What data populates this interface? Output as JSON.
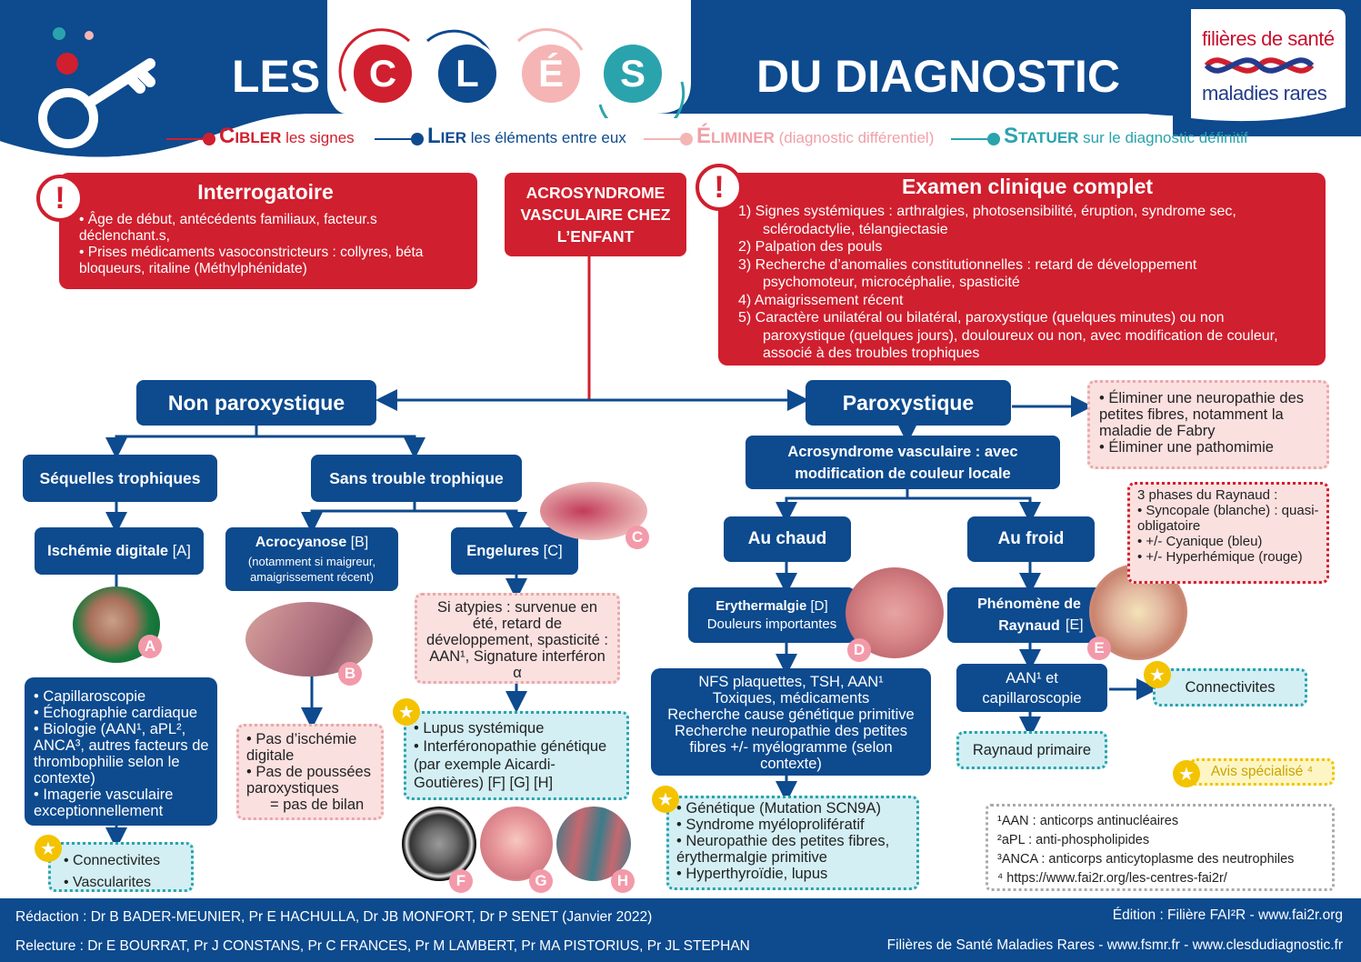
{
  "header": {
    "les": "LES",
    "letters": [
      "C",
      "L",
      "É",
      "S"
    ],
    "du_diagnostic": "DU DIAGNOSTIC",
    "logo_line1": "filières de santé",
    "logo_line2": "maladies rares",
    "steps": [
      {
        "initial": "C",
        "word": "IBLER",
        "rest": " les signes"
      },
      {
        "initial": "L",
        "word": "IER",
        "rest": " les éléments entre eux"
      },
      {
        "initial": "É",
        "word": "LIMINER",
        "rest": " (diagnostic différentiel)"
      },
      {
        "initial": "S",
        "word": "TATUER",
        "rest": " sur le diagnostic définitif"
      }
    ]
  },
  "interrogatoire": {
    "title": "Interrogatoire",
    "items": [
      "Âge de début, antécédents familiaux, facteur.s déclenchant.s,",
      "Prises médicaments vasoconstricteurs : collyres, béta bloqueurs, ritaline (Méthylphénidate)"
    ]
  },
  "center": {
    "title": "ACROSYNDROME VASCULAIRE CHEZ L’ENFANT"
  },
  "examen": {
    "title": "Examen clinique complet",
    "items": [
      "1) Signes systémiques : arthralgies, photosensibilité, éruption, syndrome sec,",
      "sclérodactylie, télangiectasie",
      "2) Palpation des pouls",
      "3) Recherche d’anomalies constitutionnelles : retard de développement",
      "psychomoteur, microcéphalie, spasticité",
      "4) Amaigrissement récent",
      "5) Caractère unilatéral ou bilatéral, paroxystique (quelques minutes) ou non",
      "paroxystique (quelques jours), douloureux ou non, avec modification de couleur,",
      "associé à des troubles trophiques"
    ]
  },
  "non_parox": {
    "title": "Non paroxystique",
    "sequelles": "Séquelles trophiques",
    "sans_trouble": "Sans trouble trophique",
    "ischemie": "Ischémie digitale",
    "ischemie_ref": "[A]",
    "acrocyanose": "Acrocyanose",
    "acrocyanose_ref": "[B]",
    "acrocyanose_note": "(notamment si maigreur, amaigrissement récent)",
    "engelures": "Engelures",
    "engelures_ref": "[C]",
    "ischemie_exams": [
      "Capillaroscopie",
      "Échographie cardiaque",
      "Biologie (AAN¹, aPL², ANCA³, autres facteurs de thrombophilie selon le contexte)",
      "Imagerie vasculaire exceptionnellement"
    ],
    "ischemie_results": [
      "Connectivites",
      "Vascularites"
    ],
    "acro_result": [
      "Pas d’ischémie digitale",
      "Pas de poussées paroxystiques"
    ],
    "acro_result_tail": "= pas de bilan",
    "engelures_atypies": "Si atypies : survenue en été, retard de développement, spasticité : AAN¹, Signature interféron α",
    "engelures_results": [
      "Lupus systémique",
      "Interféronopathie génétique (par exemple Aicardi-Goutières) [F] [G] [H]"
    ]
  },
  "parox": {
    "title": "Paroxystique",
    "eliminer": [
      "Éliminer une neuropathie des petites fibres, notamment la maladie de Fabry",
      "Éliminer une pathomimie"
    ],
    "acrosyndrome": "Acrosyndrome vasculaire : avec modification de couleur locale",
    "chaud": "Au chaud",
    "froid": "Au froid",
    "erythermalgie": "Erythermalgie",
    "erythermalgie_ref": "[D]",
    "erythermalgie_sub": "Douleurs importantes",
    "raynaud": "Phénomène de Raynaud",
    "raynaud_ref": "[E]",
    "raynaud_phases_title": "3 phases du Raynaud :",
    "raynaud_phases": [
      "Syncopale (blanche) : quasi-obligatoire",
      "+/- Cyanique (bleu)",
      "+/- Hyperhémique (rouge)"
    ],
    "chaud_exams": [
      "NFS plaquettes, TSH, AAN¹",
      "Toxiques, médicaments",
      "Recherche cause génétique primitive",
      "Recherche neuropathie des petites fibres +/- myélogramme (selon contexte)"
    ],
    "chaud_results": [
      "Génétique (Mutation SCN9A)",
      "Syndrome myéloprolifératif",
      "Neuropathie des petites fibres, érythermalgie primitive",
      "Hyperthyroïdie, lupus"
    ],
    "froid_exam": "AAN¹ et capillaroscopie",
    "froid_result1": "Connectivites",
    "froid_result2": "Raynaud primaire"
  },
  "avis": "Avis spécialisé ⁴",
  "notes": [
    "¹AAN : anticorps antinucléaires",
    "²aPL : anti-phospholipides",
    "³ANCA : anticorps anticytoplasme des neutrophiles",
    "⁴ https://www.fai2r.org/les-centres-fai2r/"
  ],
  "photo_labels": [
    "A",
    "B",
    "C",
    "D",
    "E",
    "F",
    "G",
    "H"
  ],
  "footer": {
    "redaction": "Rédaction : Dr B BADER-MEUNIER, Pr E HACHULLA, Dr JB MONFORT, Dr P SENET (Janvier 2022)",
    "relecture": "Relecture : Dr E BOURRAT, Pr J CONSTANS, Pr C FRANCES, Pr M LAMBERT, Pr MA PISTORIUS, Pr JL STEPHAN",
    "edition": "Édition : Filière FAI²R - www.fai2r.org",
    "filieres": "Filières de Santé Maladies Rares - www.fsmr.fr - www.clesdudiagnostic.fr"
  }
}
